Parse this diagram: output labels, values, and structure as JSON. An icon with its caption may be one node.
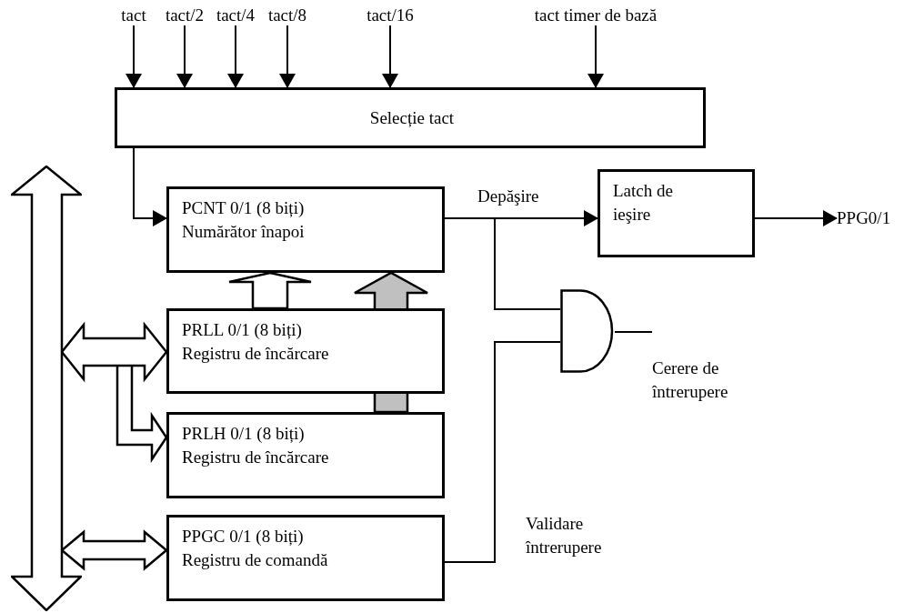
{
  "diagram": {
    "nodes": [
      {
        "text": [
          "tact"
        ]
      },
      {
        "text": [
          "tact/2"
        ]
      },
      {
        "text": [
          "tact/4"
        ]
      },
      {
        "text": [
          "tact/8"
        ]
      },
      {
        "text": [
          "tact/16"
        ]
      },
      {
        "text": [
          "tact timer de bază"
        ]
      },
      {
        "text": [
          "Selecție tact"
        ]
      },
      {
        "text": [
          "PCNT 0/1 (8 biți)",
          "Numărător înapoi"
        ]
      },
      {
        "text": [
          "Latch de ieşire"
        ]
      },
      {
        "text": [
          "PPG0/1"
        ]
      },
      {
        "text": [
          "PRLL 0/1 (8 biți)",
          "Registru de încărcare"
        ]
      },
      {
        "text": [
          "PRLH 0/1 (8 biți)",
          "Registru de încărcare"
        ]
      },
      {
        "text": [
          "PPGC 0/1 (8 biți)",
          "Registru de comandă"
        ]
      },
      {
        "text": [],
        "shape": "gate"
      },
      {
        "text": [],
        "shape": "arrow"
      }
    ],
    "edges": [
      {
        "from": 0,
        "to": 6,
        "arrow": "to"
      },
      {
        "from": 1,
        "to": 6,
        "arrow": "to"
      },
      {
        "from": 2,
        "to": 6,
        "arrow": "to"
      },
      {
        "from": 3,
        "to": 6,
        "arrow": "to"
      },
      {
        "from": 4,
        "to": 6,
        "arrow": "to"
      },
      {
        "from": 5,
        "to": 6,
        "arrow": "to"
      },
      {
        "from": 6,
        "to": 7,
        "arrow": "to"
      },
      {
        "from": 7,
        "to": 8,
        "arrow": "to",
        "label": "Depăşire"
      },
      {
        "from": 7,
        "to": 13,
        "arrow": "none"
      },
      {
        "from": 8,
        "to": 9,
        "arrow": "to"
      },
      {
        "from": 12,
        "to": 13,
        "arrow": "none",
        "label": "Validare întrerupere"
      },
      {
        "from": 13,
        "to": null,
        "arrow": "none",
        "label": "Cerere de întrerupere"
      },
      {
        "from": 14,
        "to": 11,
        "arrow": "to",
        "style": "thick"
      },
      {
        "from": 14,
        "to": 10,
        "arrow": "both",
        "style": "thick"
      },
      {
        "from": 14,
        "to": 12,
        "arrow": "both",
        "style": "thick"
      },
      {
        "from": 10,
        "to": 7,
        "arrow": "to",
        "style": "thick"
      },
      {
        "from": 11,
        "to": 7,
        "arrow": "to",
        "style": "thick",
        "color": "#c0c0c0"
      }
    ]
  }
}
